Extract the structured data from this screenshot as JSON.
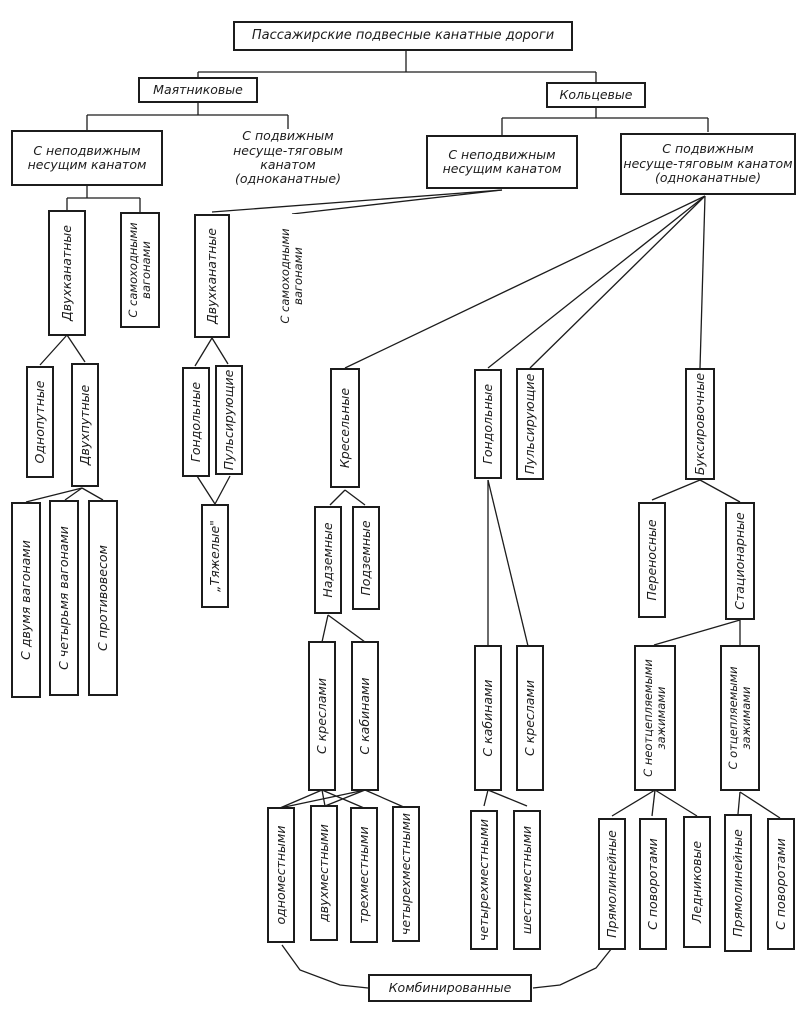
{
  "nodes": {
    "root": "Пассажирские подвесные канатные дороги",
    "pendulum": "Маятниковые",
    "circular": "Кольцевые",
    "pend_fixed": "С неподвижным\nнесущим канатом",
    "pend_moving": "С подвижным\nнесуще-тяговым канатом\n(одноканатные)",
    "circ_fixed": "С неподвижным\nнесущим канатом",
    "circ_moving": "С подвижным\nнесуще-тяговым канатом\n(одноканатные)",
    "pend_twocable": "Двухканатные",
    "pend_selfprop": "С самоходными\nвагонами",
    "circ_twocable": "Двухканатные",
    "circ_selfprop": "С самоходными\nвагонами",
    "singletrack": "Однопутные",
    "doubletrack": "Двухпутные",
    "two_cars": "С двумя вагонами",
    "four_cars": "С четырьмя вагонами",
    "counterweight": "С противовесом",
    "gondola_a": "Гондольные",
    "pulsing_a": "Пульсирующие",
    "heavy": "„Тяжелые\"",
    "chair": "Кресельные",
    "gondola_b": "Гондольные",
    "pulsing_b": "Пульсирующие",
    "towing": "Буксировочные",
    "aboveground": "Надземные",
    "underground": "Подземные",
    "portable": "Переносные",
    "stationary": "Стационарные",
    "with_chairs_a": "С креслами",
    "with_cabins_a": "С кабинами",
    "with_cabins_b": "С кабинами",
    "with_chairs_b": "С креслами",
    "non_detachable": "С неотцепляемыми\nзажимами",
    "detachable": "С отцепляемыми\nзажимами",
    "single_seat": "одноместными",
    "two_seat": "двухместными",
    "three_seat": "трехместными",
    "four_seat_a": "четырехместными",
    "four_seat_b": "четырехместными",
    "six_seat": "шестиместными",
    "straight_a": "Прямолинейные",
    "turns_a": "С поворотами",
    "glacier": "Ледниковые",
    "straight_b": "Прямолинейные",
    "turns_b": "С поворотами",
    "combined": "Комбинированные"
  }
}
